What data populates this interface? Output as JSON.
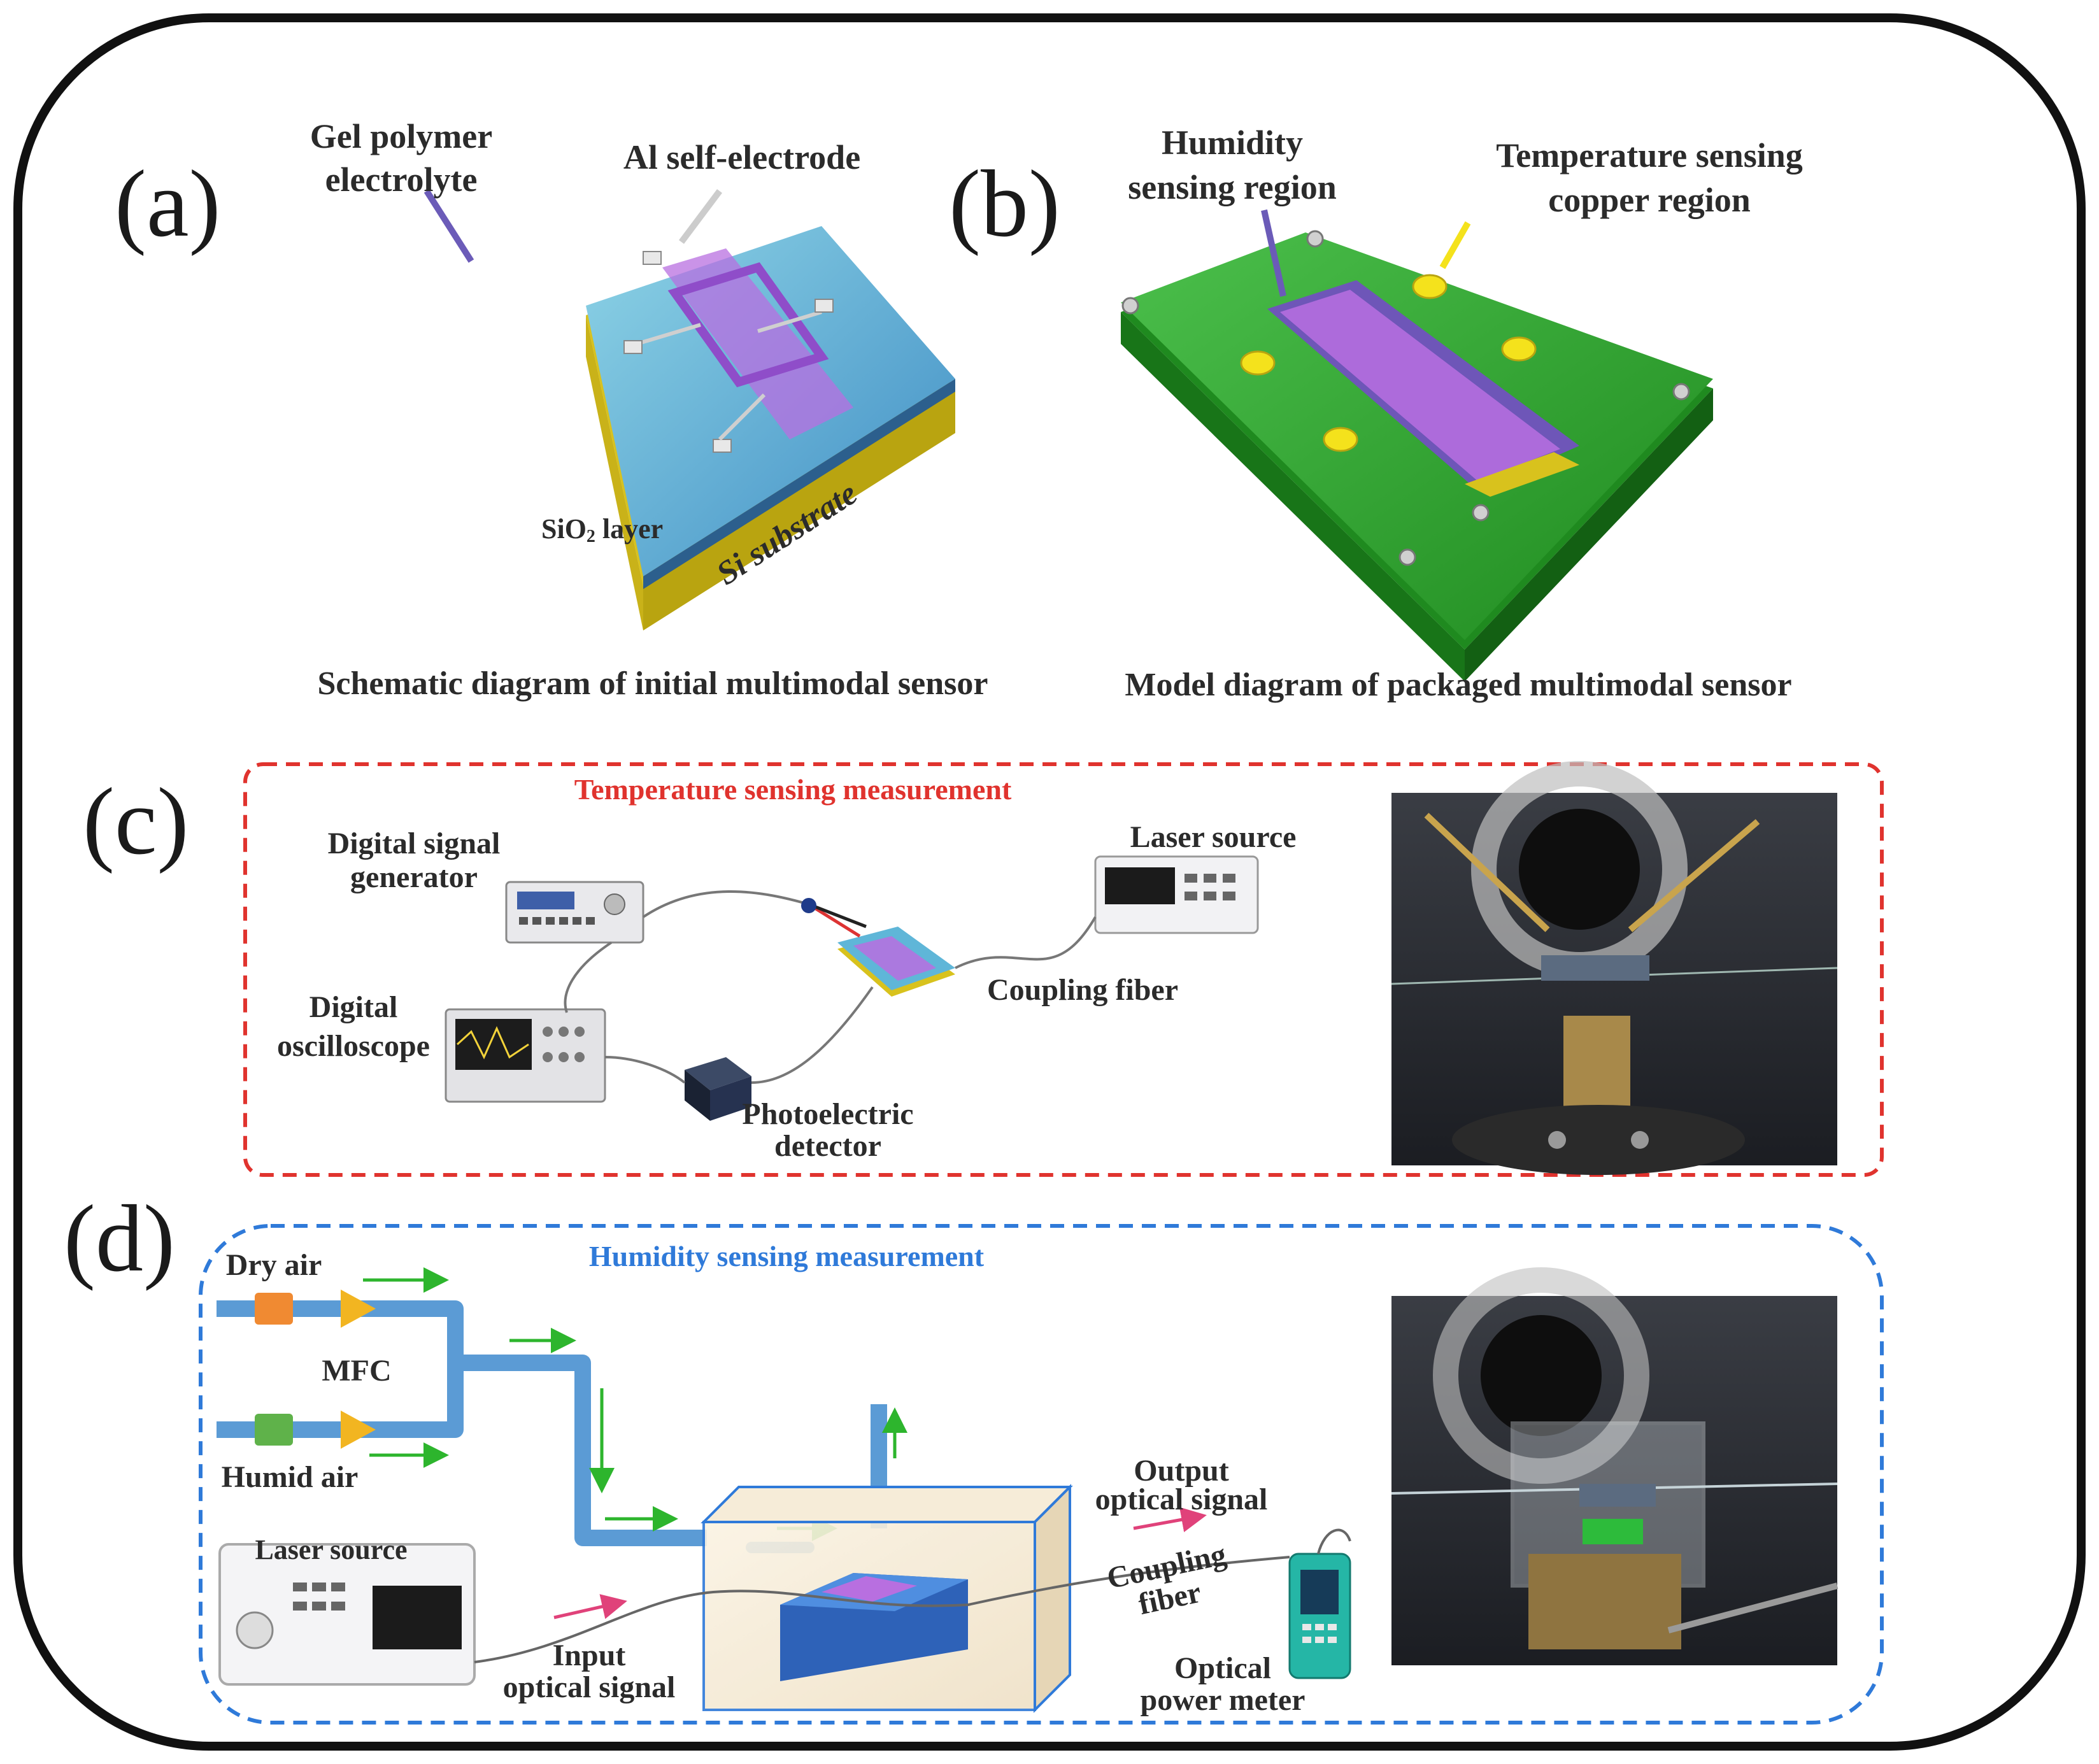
{
  "panels": {
    "a": {
      "letter": "(a)",
      "caption": "Schematic diagram of initial multimodal sensor",
      "labels": {
        "gel_line1": "Gel polymer",
        "gel_line2": "electrolyte",
        "al_electrode": "Al self-electrode",
        "sio2": "SiO",
        "sio2_sub": "2",
        "sio2_rest": " layer",
        "si_substrate": "Si substrate"
      }
    },
    "b": {
      "letter": "(b)",
      "caption": "Model diagram of packaged multimodal sensor",
      "labels": {
        "humidity_line1": "Humidity",
        "humidity_line2": "sensing region",
        "temp_line1": "Temperature sensing",
        "temp_line2": "copper region"
      }
    },
    "c": {
      "letter": "(c)",
      "title": "Temperature sensing measurement",
      "labels": {
        "dsg_line1": "Digital signal",
        "dsg_line2": "generator",
        "osc_line1": "Digital",
        "osc_line2": "oscilloscope",
        "laser": "Laser source",
        "coupling": "Coupling fiber",
        "pd_line1": "Photoelectric",
        "pd_line2": "detector"
      }
    },
    "d": {
      "letter": "(d)",
      "title": "Humidity sensing measurement",
      "labels": {
        "dry_air": "Dry air",
        "mfc": "MFC",
        "humid_air": "Humid air",
        "laser": "Laser source",
        "input_line1": "Input",
        "input_line2": "optical signal",
        "output_line1": "Output",
        "output_line2": "optical signal",
        "coupling_line1": "Coupling",
        "coupling_line2": "fiber",
        "opm_line1": "Optical",
        "opm_line2": "power meter"
      }
    }
  },
  "colors": {
    "frame": "#111111",
    "temperature_accent": "#e0332e",
    "humidity_accent": "#2f7ad9",
    "pipe": "#5b9bd5",
    "flow_arrow": "#2db52d",
    "signal_arrow": "#e0427a",
    "sensor_purple": "#b86fe0",
    "sensor_blue": "#5fb6d8",
    "substrate_gold": "#d8c21d",
    "package_green": "#2aa12a",
    "copper_pad": "#f4e21c"
  }
}
